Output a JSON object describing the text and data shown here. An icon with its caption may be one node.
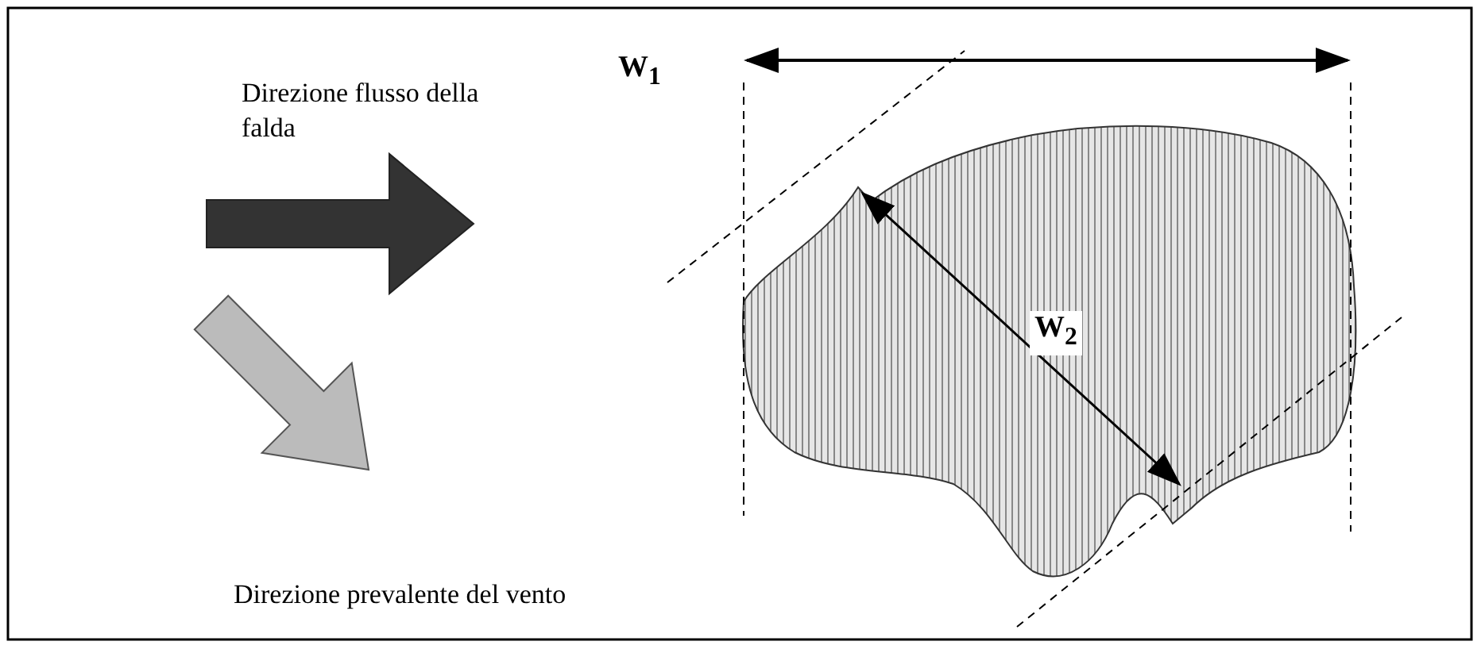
{
  "diagram": {
    "labels": [
      "Direzione flusso della falda",
      "W$_{1}$",
      "W$_{2}$",
      "Direzione prevalente del vento"
    ]
  }
}
